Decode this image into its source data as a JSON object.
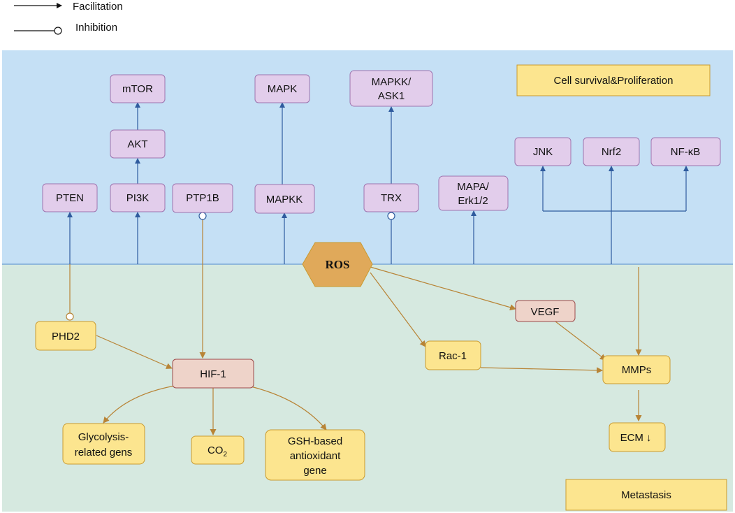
{
  "legend": {
    "facilitation": "Facilitation",
    "inhibition": "Inhibition"
  },
  "colors": {
    "upper_region": "#c5e0f5",
    "lower_region": "#d6e9e0",
    "divider": "#7aa7d8",
    "signal_box_fill": "#e2cdeb",
    "signal_box_stroke": "#9d73ae",
    "effect_box_fill": "#fce58f",
    "effect_box_stroke": "#c99a30",
    "hif_vegf_fill": "#eed3c9",
    "hif_vegf_stroke": "#9c4a4a",
    "ros_fill": "#e0a95a",
    "blue_arrow": "#2f5b9e",
    "brown_arrow": "#b88436"
  },
  "labels": {
    "cell_survival": "Cell survival&Proliferation",
    "metastasis": "Metastasis"
  },
  "nodes": {
    "mtor": "mTOR",
    "akt": "AKT",
    "pten": "PTEN",
    "pi3k": "PI3K",
    "ptp1b": "PTP1B",
    "mapk": "MAPK",
    "mapkk": "MAPKK",
    "mapkk_ask1_line1": "MAPKK/",
    "mapkk_ask1_line2": "ASK1",
    "trx": "TRX",
    "mapa_line1": "MAPA/",
    "mapa_line2": "Erk1/2",
    "jnk": "JNK",
    "nrf2": "Nrf2",
    "nfkb": "NF-κB",
    "ros": "ROS",
    "phd2": "PHD2",
    "hif1": "HIF-1",
    "vegf": "VEGF",
    "rac1": "Rac-1",
    "mmps": "MMPs",
    "ecm": "ECM",
    "ecm_arrow": "↓",
    "glycolysis_line1": "Glycolysis-",
    "glycolysis_line2": "related gens",
    "co2_main": "CO",
    "co2_sub": "2",
    "gsh_line1": "GSH-based",
    "gsh_line2": "antioxidant",
    "gsh_line3": "gene"
  }
}
